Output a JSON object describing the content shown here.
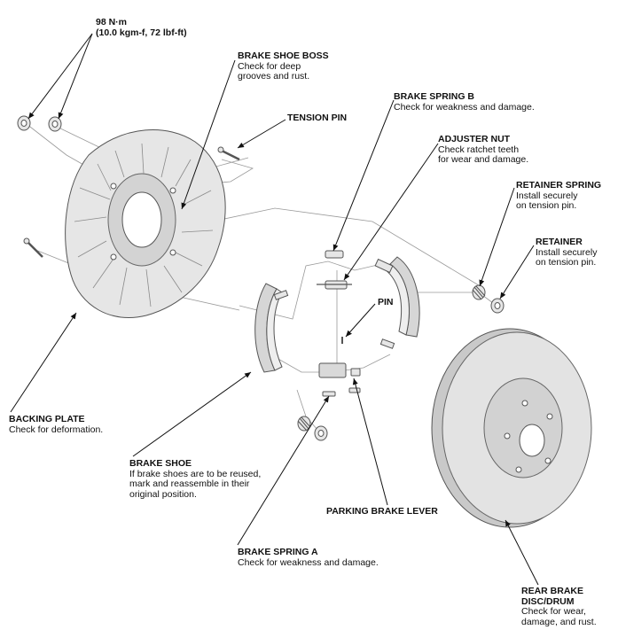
{
  "torque": {
    "line1": "98 N·m",
    "line2": "(10.0 kgm-f, 72 lbf-ft)"
  },
  "labels": {
    "brake_shoe_boss": {
      "title": "BRAKE SHOE BOSS",
      "desc1": "Check for deep",
      "desc2": "grooves and rust."
    },
    "tension_pin": {
      "title": "TENSION PIN"
    },
    "brake_spring_b": {
      "title": "BRAKE SPRING B",
      "desc1": "Check for weakness and damage."
    },
    "adjuster_nut": {
      "title": "ADJUSTER NUT",
      "desc1": "Check ratchet teeth",
      "desc2": "for wear and damage."
    },
    "retainer_spring": {
      "title": "RETAINER SPRING",
      "desc1": "Install securely",
      "desc2": "on tension pin."
    },
    "retainer": {
      "title": "RETAINER",
      "desc1": "Install securely",
      "desc2": "on tension pin."
    },
    "pin": {
      "title": "PIN"
    },
    "backing_plate": {
      "title": "BACKING PLATE",
      "desc1": "Check for deformation."
    },
    "brake_shoe": {
      "title": "BRAKE SHOE",
      "desc1": "If brake shoes are to be reused,",
      "desc2": "mark and reassemble in their",
      "desc3": "original position."
    },
    "parking_brake_lever": {
      "title": "PARKING BRAKE LEVER"
    },
    "brake_spring_a": {
      "title": "BRAKE SPRING A",
      "desc1": "Check for weakness and damage."
    },
    "rear_brake_disc": {
      "title1": "REAR BRAKE",
      "title2": "DISC/DRUM",
      "desc1": "Check for wear,",
      "desc2": "damage, and rust."
    }
  },
  "colors": {
    "part_fill": "#e6e6e6",
    "part_shade": "#c9c9c9",
    "outline": "#555555",
    "leader": "#111111",
    "phantom": "#9a9a9a"
  }
}
